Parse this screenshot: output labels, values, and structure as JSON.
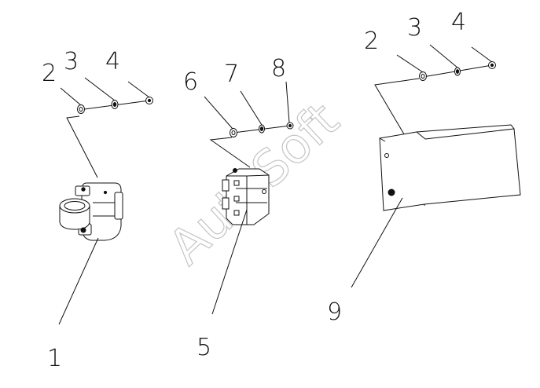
{
  "watermark": "AutoSoft",
  "labels": {
    "group1": {
      "washer_left": "2",
      "washer_mid": "3",
      "screw": "4",
      "part": "1"
    },
    "group2": {
      "washer_left": "6",
      "washer_mid": "7",
      "screw": "8",
      "part": "5"
    },
    "group3": {
      "washer_left": "2",
      "washer_mid": "3",
      "screw": "4",
      "part": "9"
    }
  }
}
